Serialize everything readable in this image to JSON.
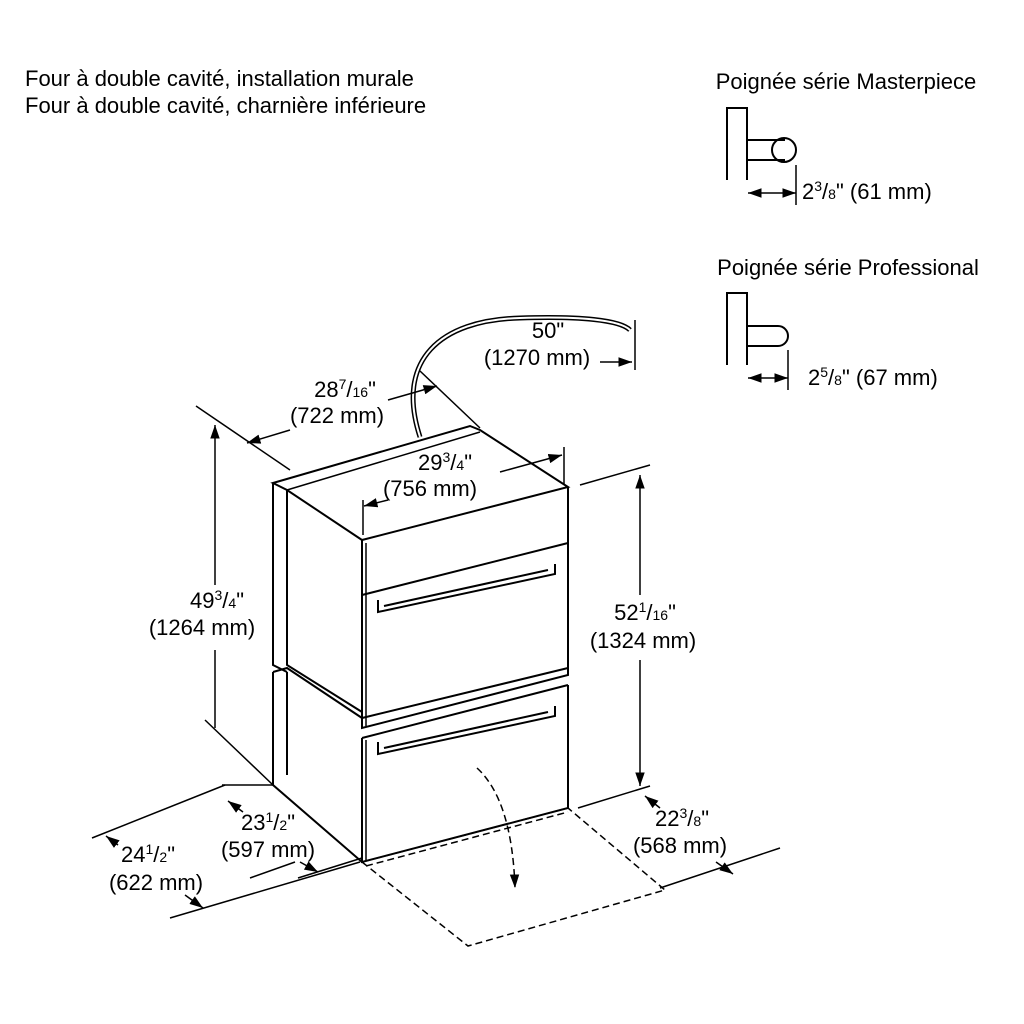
{
  "title": {
    "line1": "Four à double cavité, installation murale",
    "line2": "Four à double cavité, charnière inférieure"
  },
  "handles": {
    "masterpiece": {
      "label": "Poignée série Masterpiece",
      "whole": "2",
      "num": "3",
      "den": "8",
      "unit": "\"",
      "mm": " (61 mm)"
    },
    "professional": {
      "label": "Poignée série Professional",
      "whole": "2",
      "num": "5",
      "den": "8",
      "unit": "\"",
      "mm": " (67 mm)"
    }
  },
  "dimensions": {
    "cable": {
      "inches": "50\"",
      "mm": "(1270 mm)"
    },
    "depth_top": {
      "whole": "28",
      "num": "7",
      "den": "16",
      "unit": "\"",
      "mm": "(722 mm)"
    },
    "width": {
      "whole": "29",
      "num": "3",
      "den": "4",
      "unit": "\"",
      "mm": "(756 mm)"
    },
    "height_left": {
      "whole": "49",
      "num": "3",
      "den": "4",
      "unit": "\"",
      "mm": "(1264 mm)"
    },
    "height_right": {
      "whole": "52",
      "num": "1",
      "den": "16",
      "unit": "\"",
      "mm": "(1324 mm)"
    },
    "depth_a": {
      "whole": "23",
      "num": "1",
      "den": "2",
      "unit": "\"",
      "mm": "(597 mm)"
    },
    "depth_b": {
      "whole": "24",
      "num": "1",
      "den": "2",
      "unit": "\"",
      "mm": "(622 mm)"
    },
    "door": {
      "whole": "22",
      "num": "3",
      "den": "8",
      "unit": "\"",
      "mm": "(568 mm)"
    }
  }
}
